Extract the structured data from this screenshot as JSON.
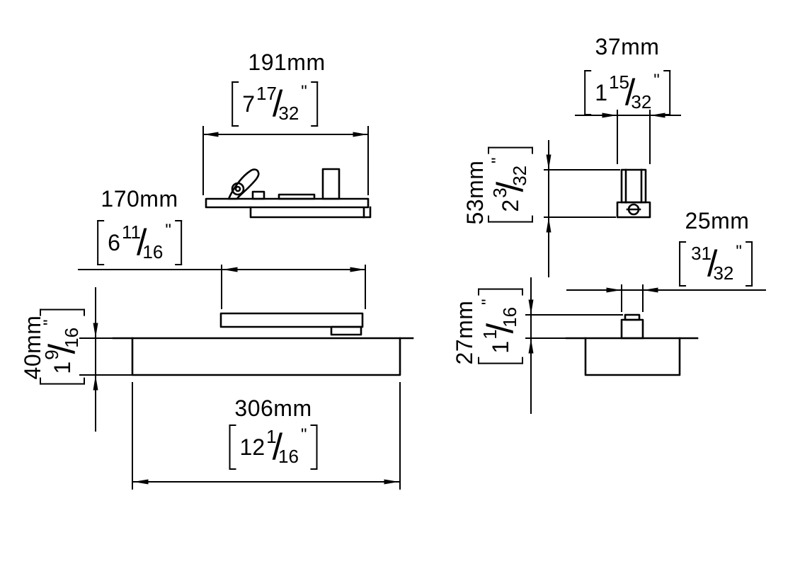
{
  "colors": {
    "line": "#000000",
    "background": "#ffffff"
  },
  "symbols": {
    "slash": "/",
    "inch": "\""
  },
  "dimensions": {
    "width_191": {
      "mm": "191mm",
      "whole": "7",
      "num": "17",
      "den": "32"
    },
    "width_170": {
      "mm": "170mm",
      "whole": "6",
      "num": "11",
      "den": "16"
    },
    "height_40": {
      "mm": "40mm",
      "whole": "1",
      "num": "9",
      "den": "16"
    },
    "width_306": {
      "mm": "306mm",
      "whole": "12",
      "num": "1",
      "den": "16"
    },
    "width_37": {
      "mm": "37mm",
      "whole": "1",
      "num": "15",
      "den": "32"
    },
    "height_53": {
      "mm": "53mm",
      "whole": "2",
      "num": "3",
      "den": "32"
    },
    "width_25": {
      "mm": "25mm",
      "whole": "",
      "num": "31",
      "den": "32"
    },
    "height_27": {
      "mm": "27mm",
      "whole": "1",
      "num": "1",
      "den": "16"
    }
  }
}
